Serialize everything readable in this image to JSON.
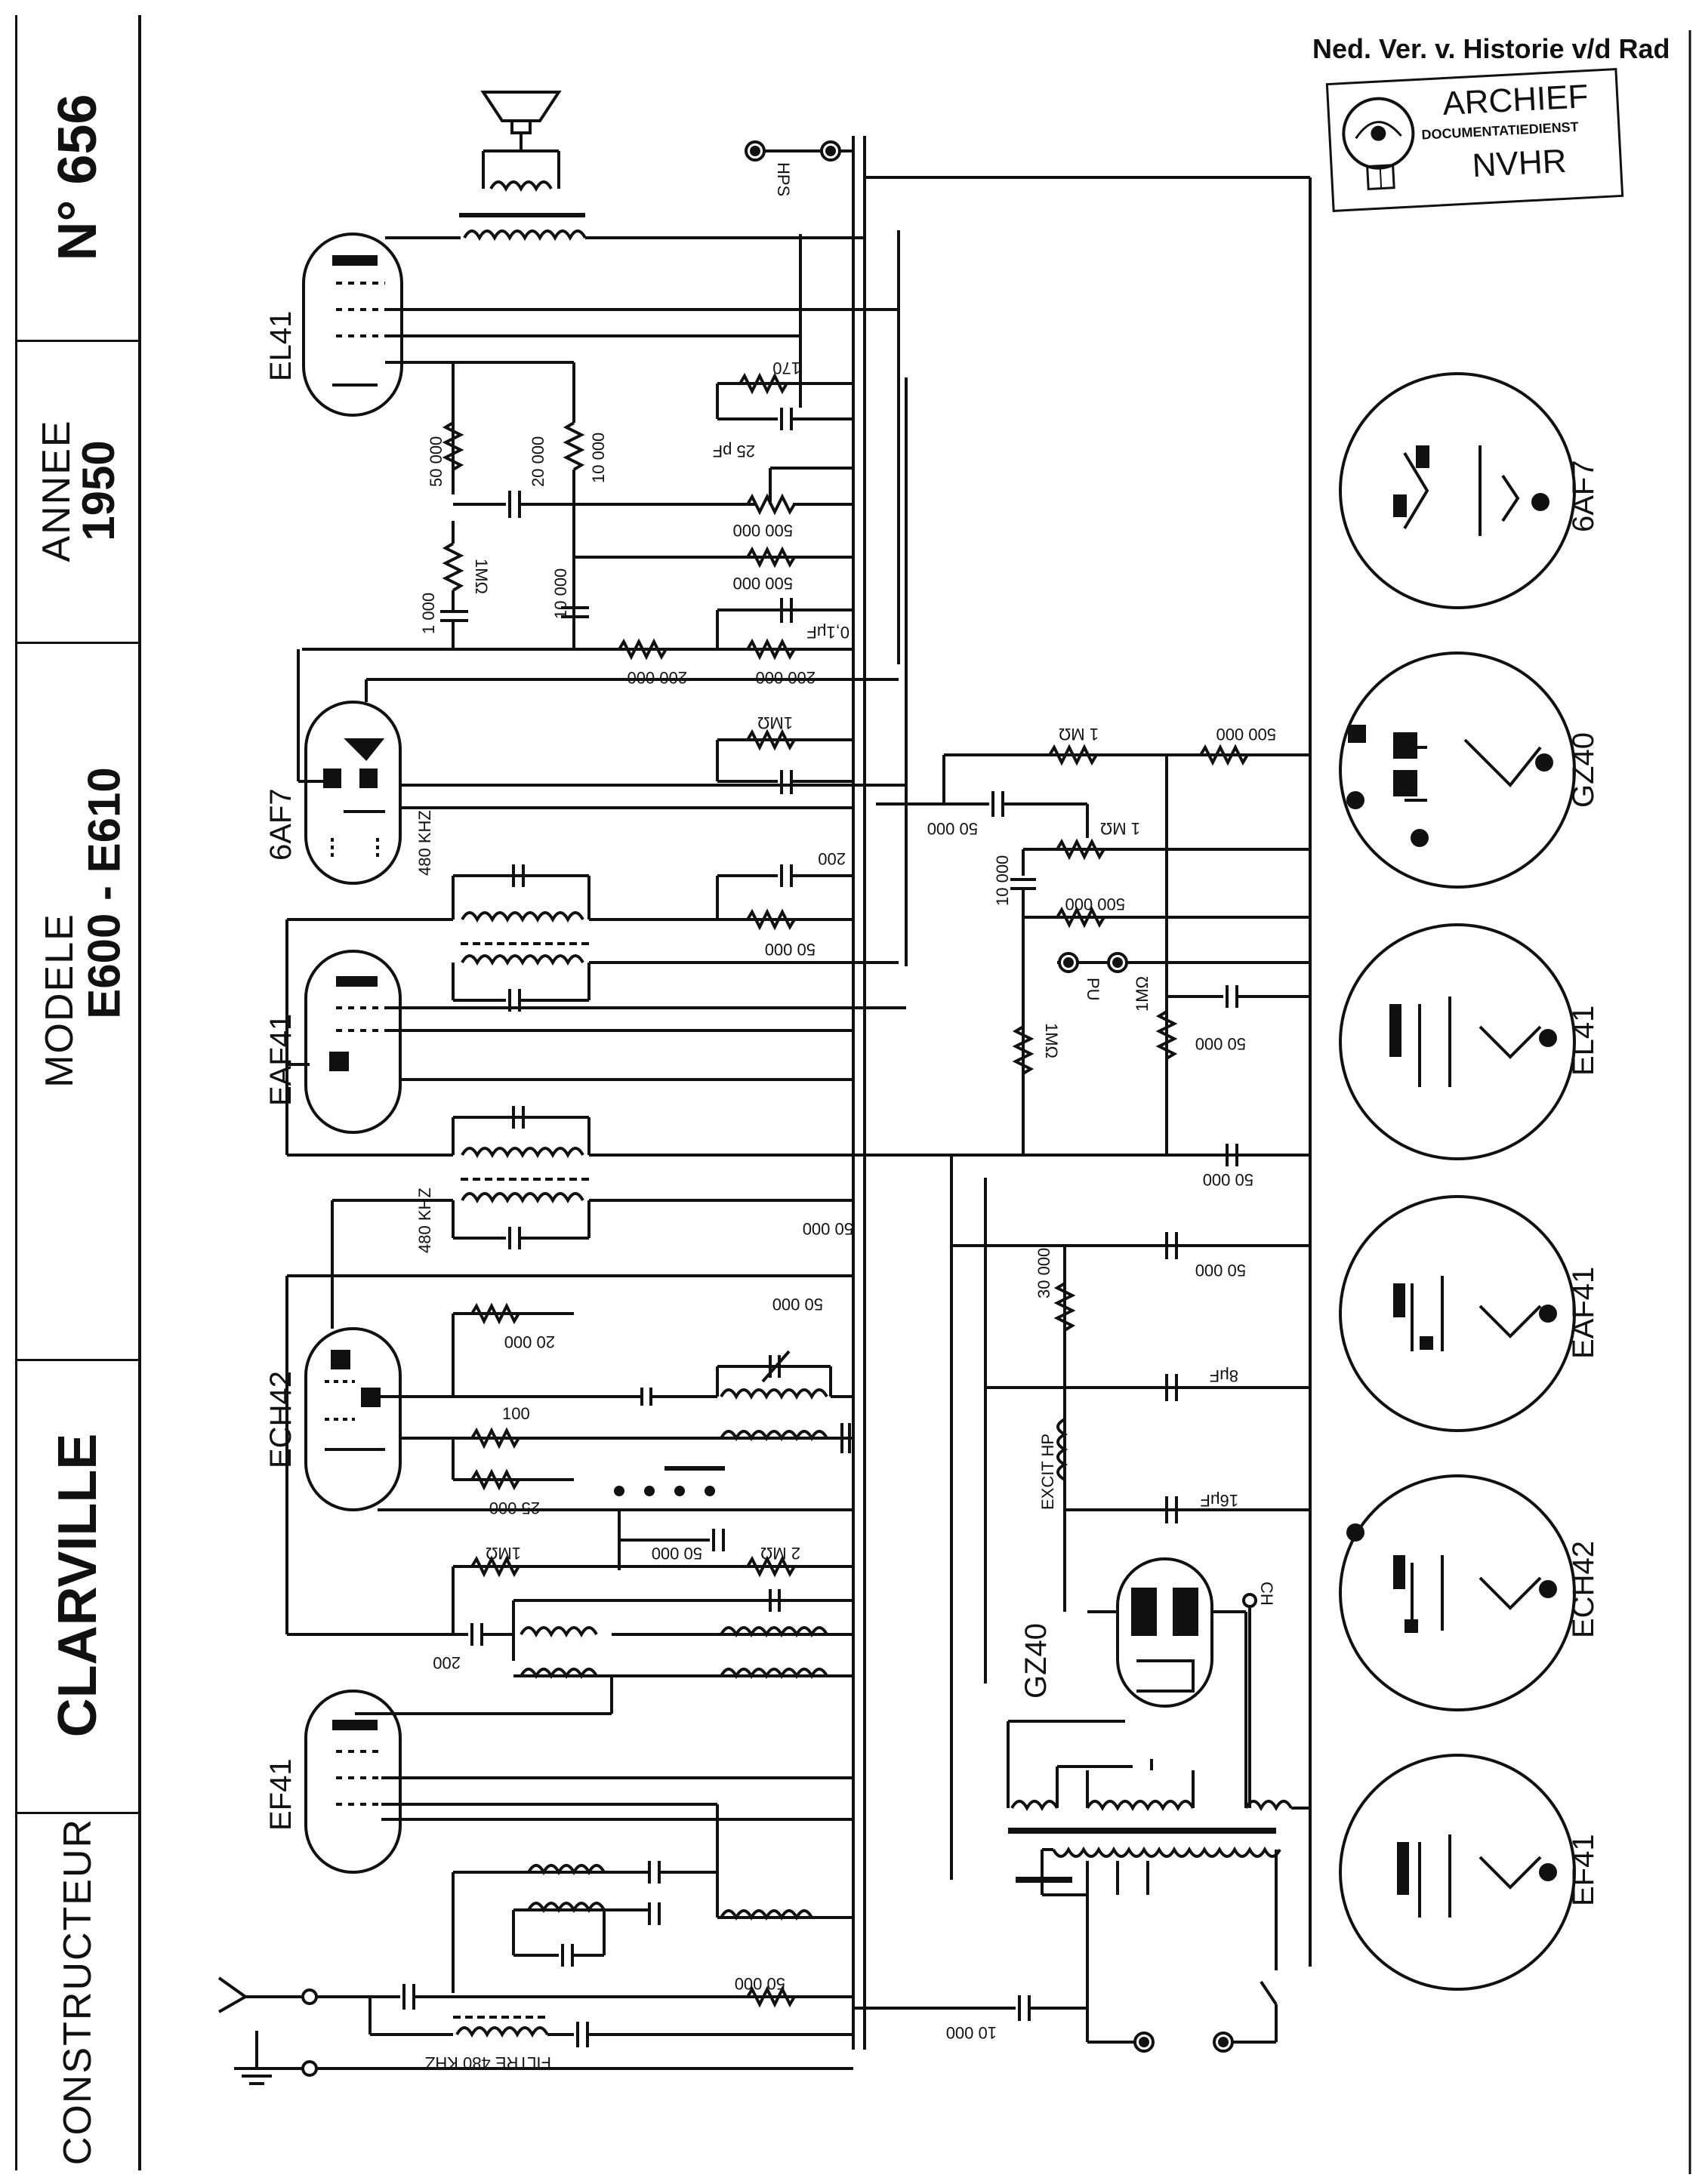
{
  "title_block": {
    "label_constructeur": "CONSTRUCTEUR",
    "value_constructeur": "CLARVILLE",
    "label_modele": "MODELE",
    "value_modele": "E600 - E610",
    "label_annee": "ANNEE",
    "value_annee": "1950",
    "value_number": "N° 656"
  },
  "header": {
    "organization": "Ned. Ver. v. Historie v/d Rad"
  },
  "stamp": {
    "line1": "ARCHIEF",
    "line2": "DOCUMENTATIEDIENST",
    "line3": "NVHR"
  },
  "tubes": {
    "el41": "EL41",
    "6af7": "6AF7",
    "eaf41": "EAF41",
    "ech42": "ECH42",
    "ef41": "EF41",
    "gz40": "GZ40"
  },
  "components": {
    "hps": "HPS",
    "r_170": "170",
    "c_25pf": "25 pF",
    "r_50000_a": "50 000",
    "c_20000": "20 000",
    "r_10000_a": "10 000",
    "pot_500000": "500 000",
    "r_1mohm_a": "1MΩ",
    "r_500000_b": "500 000",
    "c_1000": "1 000",
    "c_10000_b": "10 000",
    "c_01uf": "0,1μF",
    "r_200000": "200 000",
    "r_200000_b": "200 000",
    "r_1mohm_b": "1MΩ",
    "r_1mohm_c": "1 MΩ",
    "r_500000_c": "500 000",
    "c_50000_c": "50 000",
    "pot_1mohm": "1 MΩ",
    "c_10000_d": "10 000",
    "r_500000_d": "500 000",
    "pu": "PU",
    "c_200": "200",
    "r_50000_e": "50 000",
    "if_480khz_a": "480 KHZ",
    "r_1mohm_d": "1MΩ",
    "r_1mohm_e": "1MΩ",
    "c_50000_f": "50 000",
    "c_50000_g": "50 000",
    "if_480khz_b": "480 KHZ",
    "c_50000_h": "50 000",
    "r_50000_i": "50 000",
    "c_50000_j": "50 000",
    "r_30000": "30 000",
    "r_20000": "20 000",
    "c_8uf": "8μF",
    "r_100": "100",
    "excit_hp": "EXCIT HP",
    "r_25000": "25 000",
    "c_16uf": "16μF",
    "r_1mohm_f": "1MΩ",
    "c_50000_k": "50 000",
    "r_2mohm": "2 MΩ",
    "c_200_b": "200",
    "ch": "CH",
    "r_50000_l": "50 000",
    "c_10000_m": "10 000",
    "filtre": "FILTRE 480 KHZ"
  },
  "socket_views": [
    "6AF7",
    "GZ40",
    "EL41",
    "EAF41",
    "ECH42",
    "EF41"
  ]
}
